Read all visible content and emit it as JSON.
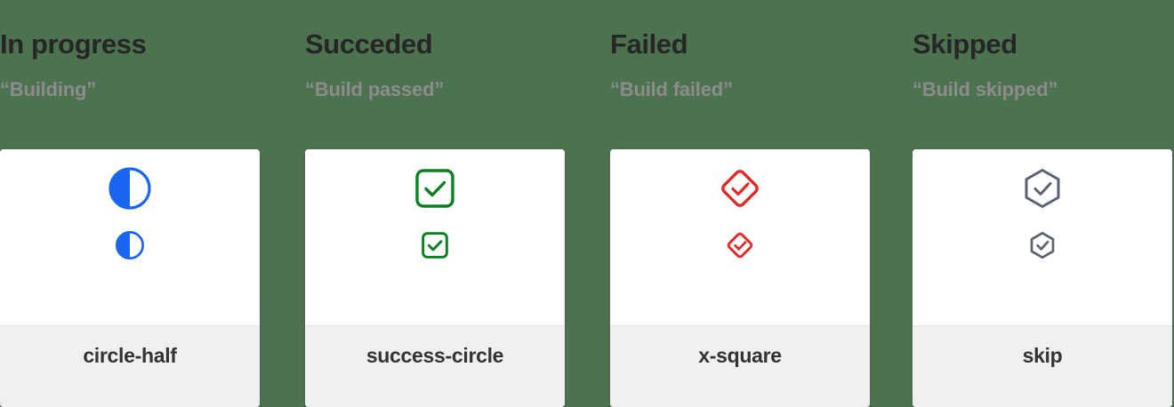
{
  "background_color": "#4c7250",
  "columns": [
    {
      "title": "In progress",
      "subtitle": "“Building”",
      "icon_name": "circle-half",
      "icon_label": "circle-half",
      "icon_color": "#1a66f0"
    },
    {
      "title": "Succeded",
      "subtitle": "“Build passed”",
      "icon_name": "success-circle",
      "icon_label": "success-circle",
      "icon_color": "#0a8020"
    },
    {
      "title": "Failed",
      "subtitle": "“Build failed”",
      "icon_name": "x-square",
      "icon_label": "x-square",
      "icon_color": "#e02b2b"
    },
    {
      "title": "Skipped",
      "subtitle": "“Build skipped”",
      "icon_name": "skip",
      "icon_label": "skip",
      "icon_color": "#5c6270"
    }
  ],
  "card": {
    "background": "#ffffff",
    "footer_background": "#f0f0f0"
  },
  "text_colors": {
    "title": "#262626",
    "subtitle": "#8c8c8c",
    "icon_label": "#333333"
  }
}
